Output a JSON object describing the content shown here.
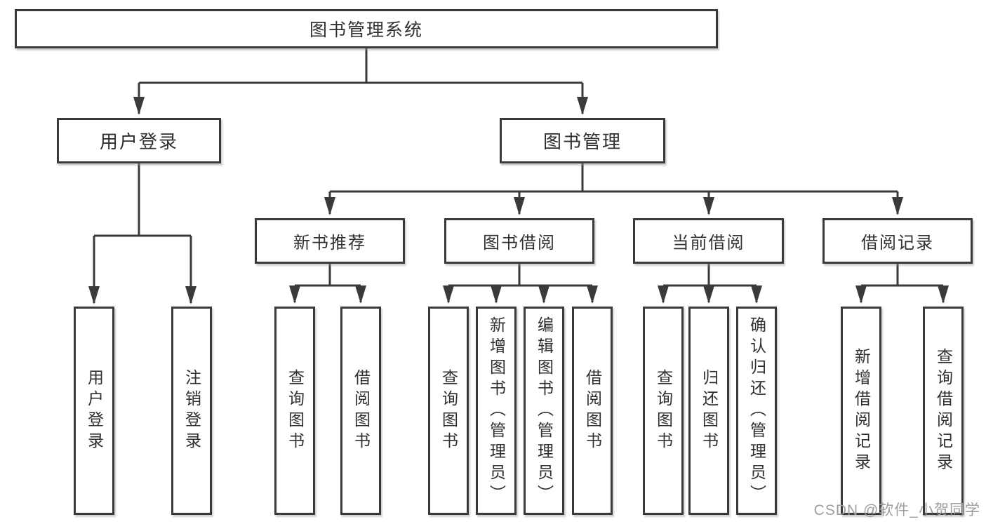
{
  "diagram": {
    "type": "org-tree",
    "colors": {
      "line": "#3a3a3a",
      "box_border": "#3a3a3a",
      "box_fill": "#ffffff",
      "text": "#2f2f2f",
      "background": "#ffffff",
      "watermark": "#9e9e9e"
    },
    "tree": {
      "root": {
        "label": "图书管理系统",
        "children": [
          {
            "label": "用户登录",
            "children": [
              {
                "label": "用户登录"
              },
              {
                "label": "注销登录"
              }
            ]
          },
          {
            "label": "图书管理",
            "children": [
              {
                "label": "新书推荐",
                "children": [
                  {
                    "label": "查询图书"
                  },
                  {
                    "label": "借阅图书"
                  }
                ]
              },
              {
                "label": "图书借阅",
                "children": [
                  {
                    "label": "查询图书"
                  },
                  {
                    "label": "新增图书（管理员）"
                  },
                  {
                    "label": "编辑图书（管理员）"
                  },
                  {
                    "label": "借阅图书"
                  }
                ]
              },
              {
                "label": "当前借阅",
                "children": [
                  {
                    "label": "查询图书"
                  },
                  {
                    "label": "归还图书"
                  },
                  {
                    "label": "确认归还（管理员）"
                  }
                ]
              },
              {
                "label": "借阅记录",
                "children": [
                  {
                    "label": "新增借阅记录"
                  },
                  {
                    "label": "查询借阅记录"
                  }
                ]
              }
            ]
          }
        ]
      }
    },
    "watermark": {
      "text": "CSDN @软件_小贺同学"
    }
  }
}
